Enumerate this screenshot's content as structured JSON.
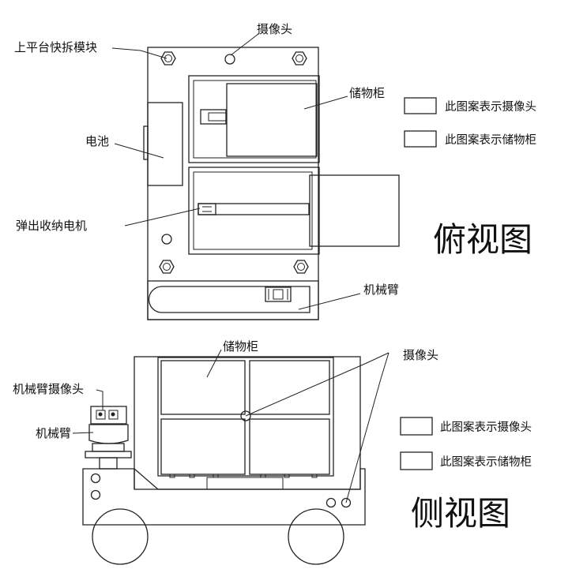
{
  "top_view": {
    "title": "俯视图",
    "labels": {
      "platform_module": "上平台快拆模块",
      "camera": "摄像头",
      "cabinet": "储物柜",
      "battery": "电池",
      "motor": "弹出收纳电机",
      "arm": "机械臂"
    },
    "legend": [
      {
        "text": "此图案表示摄像头",
        "pattern": "crosshatch"
      },
      {
        "text": "此图案表示储物柜",
        "pattern": "plus-dots"
      }
    ]
  },
  "side_view": {
    "title": "侧视图",
    "labels": {
      "cabinet": "储物柜",
      "camera": "摄像头",
      "arm_camera": "机械臂摄像头",
      "arm": "机械臂"
    },
    "legend": [
      {
        "text": "此图案表示摄像头",
        "pattern": "crosshatch"
      },
      {
        "text": "此图案表示储物柜",
        "pattern": "plus-dots"
      }
    ]
  },
  "colors": {
    "line": "#222222",
    "shade": "#e6e6e6",
    "background": "#ffffff"
  }
}
